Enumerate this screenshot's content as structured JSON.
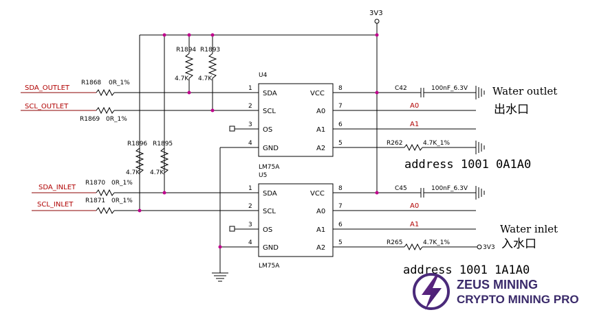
{
  "power": {
    "label": "3V3"
  },
  "u4": {
    "ref": "U4",
    "part": "LM75A",
    "left_pins": [
      {
        "num": "1",
        "name": "SDA"
      },
      {
        "num": "2",
        "name": "SCL"
      },
      {
        "num": "3",
        "name": "OS"
      },
      {
        "num": "4",
        "name": "GND"
      }
    ],
    "right_pins": [
      {
        "num": "8",
        "name": "VCC"
      },
      {
        "num": "7",
        "name": "A0"
      },
      {
        "num": "6",
        "name": "A1"
      },
      {
        "num": "5",
        "name": "A2"
      }
    ],
    "cap_ref": "C42",
    "cap_value": "100nF_6.3V",
    "a0_net": "A0",
    "a1_net": "A1",
    "a2_res_ref": "R262",
    "a2_res_value": "4.7K_1%"
  },
  "u5": {
    "ref": "U5",
    "part": "LM75A",
    "left_pins": [
      {
        "num": "1",
        "name": "SDA"
      },
      {
        "num": "2",
        "name": "SCL"
      },
      {
        "num": "3",
        "name": "OS"
      },
      {
        "num": "4",
        "name": "GND"
      }
    ],
    "right_pins": [
      {
        "num": "8",
        "name": "VCC"
      },
      {
        "num": "7",
        "name": "A0"
      },
      {
        "num": "6",
        "name": "A1"
      },
      {
        "num": "5",
        "name": "A2"
      }
    ],
    "cap_ref": "C45",
    "cap_value": "100nF_6.3V",
    "a0_net": "A0",
    "a1_net": "A1",
    "a2_res_ref": "R265",
    "a2_res_value": "4.7K_1%",
    "a2_net": "3V3"
  },
  "nets": {
    "sda_outlet": "SDA_OUTLET",
    "scl_outlet": "SCL_OUTLET",
    "sda_inlet": "SDA_INLET",
    "scl_inlet": "SCL_INLET"
  },
  "resistors": {
    "r1868": {
      "ref": "R1868",
      "value": "0R_1%"
    },
    "r1869": {
      "ref": "R1869",
      "value": "0R_1%"
    },
    "r1870": {
      "ref": "R1870",
      "value": "0R_1%"
    },
    "r1871": {
      "ref": "R1871",
      "value": "0R_1%"
    },
    "r1894": {
      "ref": "R1894",
      "value": "4.7K"
    },
    "r1893": {
      "ref": "R1893",
      "value": "4.7K"
    },
    "r1896": {
      "ref": "R1896",
      "value": "4.7K"
    },
    "r1895": {
      "ref": "R1895",
      "value": "4.7K"
    }
  },
  "annotations": {
    "outlet_en": "Water outlet",
    "outlet_cn": "出水口",
    "outlet_addr": "address 1001 0A1A0",
    "inlet_en": "Water inlet",
    "inlet_cn": "入水口",
    "inlet_addr": "address 1001 1A1A0"
  },
  "watermark": {
    "line1": "ZEUS MINING",
    "line2": "CRYPTO MINING PRO"
  }
}
